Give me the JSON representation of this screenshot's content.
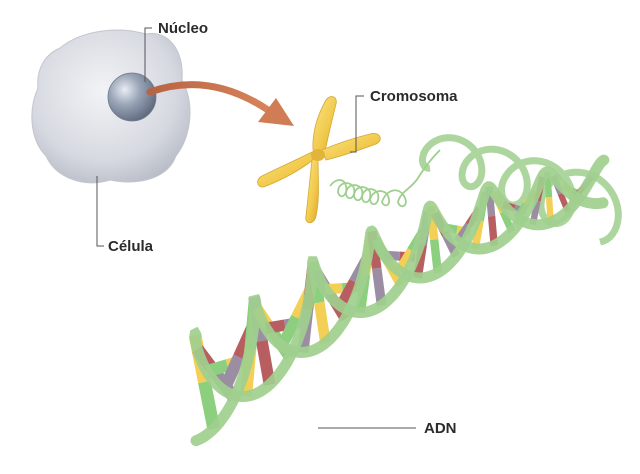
{
  "labels": {
    "nucleo": "Núcleo",
    "celula": "Célula",
    "cromosoma": "Cromosoma",
    "adn": "ADN"
  },
  "colors": {
    "cell": "#d8dbe2",
    "nucleus": "#8c97aa",
    "arrow": "#c9724a",
    "chromosome": "#f1c94a",
    "backbone": "#9fcf8e",
    "base_green": "#8ccf7e",
    "base_yellow": "#f3cf55",
    "base_red": "#b85e60",
    "base_purple": "#9b8ea3"
  }
}
